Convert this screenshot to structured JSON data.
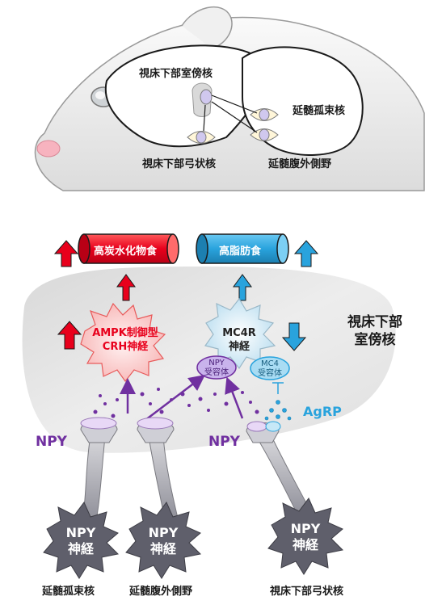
{
  "brain": {
    "pvn_label": "視床下部室傍核",
    "nts_label": "延髄孤束核",
    "arc_label": "視床下部弓状核",
    "vlm_label": "延髄腹外側野"
  },
  "foods": {
    "carb": "高炭水化物食",
    "fat": "高脂肪食"
  },
  "region_label": "視床下部\n室傍核",
  "cells": {
    "crh": "AMPK制御型\nCRH神経",
    "mc4r": "MC4R\n神経",
    "npy_receptor": "NPY\n受容体",
    "mc4_receptor": "MC4\n受容体"
  },
  "signals": {
    "npy_left": "NPY",
    "npy_right": "NPY",
    "agrp": "AgRP"
  },
  "neurons": [
    {
      "label": "NPY\n神経",
      "origin": "延髄孤束核"
    },
    {
      "label": "NPY\n神経",
      "origin": "延髄腹外側野"
    },
    {
      "label": "NPY\n神経",
      "origin": "視床下部弓状核"
    }
  ],
  "colors": {
    "red": "#e8001c",
    "blue": "#29a3dd",
    "purple": "#7030a0",
    "neuron_gray": "#5f5f6b",
    "region_gray": "#e4e4e4"
  }
}
